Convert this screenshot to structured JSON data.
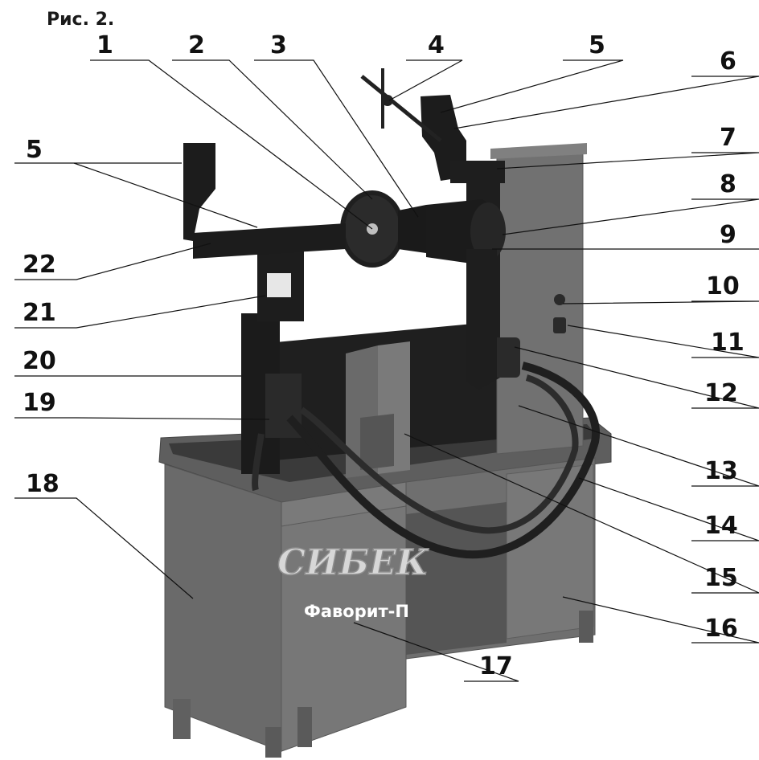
{
  "caption": "Рис. 2.",
  "brand": {
    "logo_text": "СИБЕК",
    "model_text": "Фаворит-П"
  },
  "callouts": [
    "1",
    "2",
    "3",
    "4",
    "5",
    "5",
    "6",
    "7",
    "8",
    "9",
    "10",
    "11",
    "12",
    "13",
    "14",
    "15",
    "16",
    "17",
    "18",
    "19",
    "20",
    "21",
    "22"
  ],
  "colors": {
    "machine_body": "#6e6e6e",
    "cabinet": "#747474",
    "dark_parts": "#1e1e1e",
    "hose": "#2a2a2a",
    "line": "#111111"
  }
}
